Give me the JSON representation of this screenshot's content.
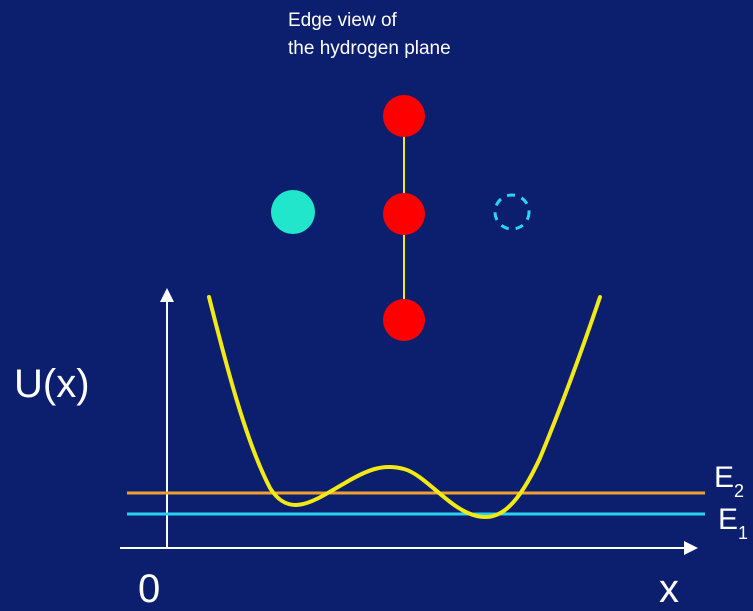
{
  "title": {
    "line1": "Edge view of",
    "line2": "the hydrogen plane"
  },
  "axes": {
    "ylabel": "U(x)",
    "xlabel": "x",
    "origin": "0"
  },
  "levels": [
    {
      "base": "E",
      "sub": "2",
      "color": "#f0a030"
    },
    {
      "base": "E",
      "sub": "1",
      "color": "#29d3f0"
    }
  ],
  "colors": {
    "background": "#0b1f6e",
    "potential_curve": "#f2ea12",
    "hydrogen_atom": "#ff0000",
    "bond": "#f2ea12",
    "particle": "#22e6cc",
    "particle_ghost": "#2ad5f2",
    "axis": "#ffffff"
  },
  "icons": {
    "hydrogen_atom": "red-circle",
    "particle": "cyan-circle",
    "particle_ghost": "dashed-cyan-circle"
  }
}
